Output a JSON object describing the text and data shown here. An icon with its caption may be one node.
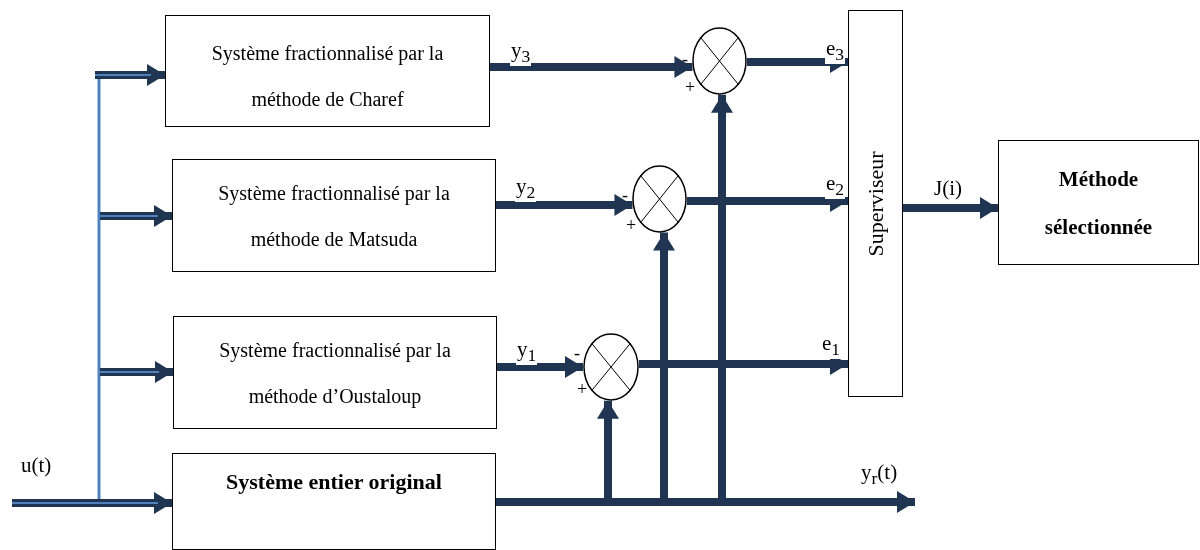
{
  "diagram": {
    "nodes": [
      {
        "text": [
          "Système fractionnalisé par la méthode de Charef"
        ]
      },
      {
        "text": [
          "Système fractionnalisé par la méthode de Matsuda"
        ]
      },
      {
        "text": [
          "Système fractionnalisé par la méthode d’Oustaloup"
        ]
      },
      {
        "text": [
          "Système entier original"
        ]
      },
      {
        "text": [],
        "shape": "circle"
      },
      {
        "text": [],
        "shape": "circle"
      },
      {
        "text": [],
        "shape": "circle"
      },
      {
        "text": [
          "Superviseur"
        ]
      },
      {
        "text": [
          "Méthode sélectionnée"
        ]
      }
    ],
    "edges": [
      {
        "from": null,
        "to": 0,
        "arrow": "to"
      },
      {
        "from": null,
        "to": 1,
        "arrow": "to"
      },
      {
        "from": null,
        "to": 2,
        "arrow": "to"
      },
      {
        "from": null,
        "to": 3,
        "arrow": "to",
        "label": "u(t)"
      },
      {
        "from": 0,
        "to": 4,
        "arrow": "to",
        "label": "y$_{3}$"
      },
      {
        "from": 1,
        "to": 5,
        "arrow": "to",
        "label": "y$_{2}$"
      },
      {
        "from": 2,
        "to": 6,
        "arrow": "to",
        "label": "y$_{1}$"
      },
      {
        "from": 4,
        "to": 7,
        "arrow": "to",
        "label": "e$_{3}$"
      },
      {
        "from": 5,
        "to": 7,
        "arrow": "to",
        "label": "e$_{2}$"
      },
      {
        "from": 6,
        "to": 7,
        "arrow": "to",
        "label": "e$_{1}$"
      },
      {
        "from": 3,
        "to": 6,
        "arrow": "to"
      },
      {
        "from": 3,
        "to": 5,
        "arrow": "to"
      },
      {
        "from": 3,
        "to": 4,
        "arrow": "to"
      },
      {
        "from": 3,
        "to": null,
        "arrow": "to",
        "label": "y$_{r}$(t)"
      },
      {
        "from": 7,
        "to": 8,
        "arrow": "to",
        "label": "J(i)"
      }
    ],
    "labels": [
      "-",
      "+",
      "-",
      "+",
      "-",
      "+"
    ]
  }
}
